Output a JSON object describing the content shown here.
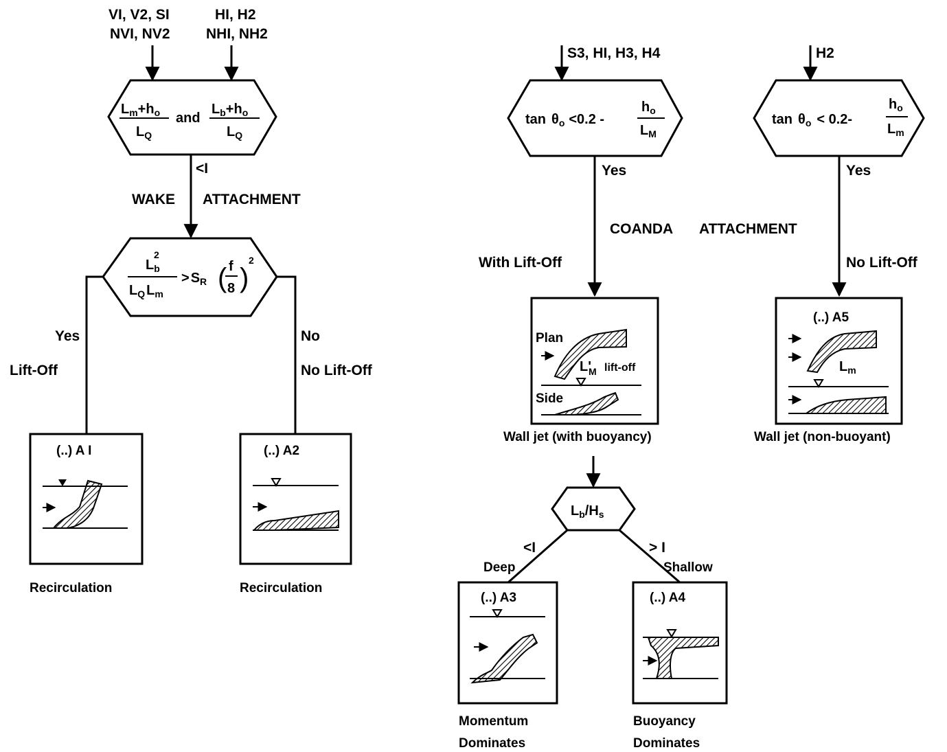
{
  "left": {
    "inputs_vertical": [
      "VI, V2, SI",
      "NVI, NV2"
    ],
    "inputs_horizontal": [
      "HI, H2",
      "NHI, NH2"
    ],
    "criterion1": {
      "lm": "L",
      "lm_sub": "m",
      "plus_h": "+h",
      "h_sub": "o",
      "lq": "L",
      "lq_sub": "Q",
      "and": "and",
      "lb": "L",
      "lb_sub": "b",
      "plus_h2": "+h",
      "h2_sub": "o",
      "lq2": "L",
      "lq2_sub": "Q"
    },
    "lt1": "<I",
    "wake": "WAKE",
    "attachment": "ATTACHMENT",
    "criterion2": {
      "lb": "L",
      "lb_sup": "2",
      "lb_sub": "b",
      "lq": "L",
      "lq_sub": "Q",
      "lm": "L",
      "lm_sub": "m",
      "gt": ">",
      "s": "S",
      "s_sub": "R",
      "paren_open": "(",
      "frac_top": "f",
      "frac_bot": "8",
      "paren_close": ")",
      "sq": "2"
    },
    "yes": "Yes",
    "liftoff": "Lift-Off",
    "no": "No",
    "no_liftoff": "No Lift-Off",
    "box_a1": "(..) A I",
    "box_a2": "(..) A2",
    "cap_a1": "Recirculation",
    "cap_a2": "Recirculation"
  },
  "right": {
    "input_a": "S3, HI, H3, H4",
    "input_b": "H2",
    "crit_a": {
      "tan": "tan",
      "theta": "θ",
      "theta_sub": "o",
      "lt": "<0.2 -",
      "h": "h",
      "h_sub": "o",
      "l": "L",
      "l_sub": "M"
    },
    "crit_b": {
      "tan": "tan",
      "theta": "θ",
      "theta_sub": "o",
      "lt": "< 0.2-",
      "h": "h",
      "h_sub": "o",
      "l": "L",
      "l_sub": "m"
    },
    "yes_a": "Yes",
    "yes_b": "Yes",
    "coanda": "COANDA",
    "attachment": "ATTACHMENT",
    "with_liftoff": "With Lift-Off",
    "no_liftoff": "No Lift-Off",
    "plan": "Plan",
    "lm_l": "L",
    "lm_dot": "'",
    "lm_sub": "M",
    "liftoff_lbl": "lift-off",
    "side": "Side",
    "box_a5": "(..) A5",
    "a5_lm": "L",
    "a5_lm_sub": "m",
    "cap_wall_buoy": "Wall jet (with buoyancy)",
    "cap_wall_nonbuoy": "Wall jet (non-buoyant)",
    "crit_c": {
      "l": "L",
      "l_sub": "b",
      "slash": "/H",
      "h_sub": "s"
    },
    "lt1": "<I",
    "deep": "Deep",
    "gt1": "> I",
    "shallow": "Shallow",
    "box_a3": "(..) A3",
    "box_a4": "(..) A4",
    "cap_a3": [
      "Momentum",
      "Dominates"
    ],
    "cap_a4": [
      "Buoyancy",
      "Dominates"
    ]
  }
}
